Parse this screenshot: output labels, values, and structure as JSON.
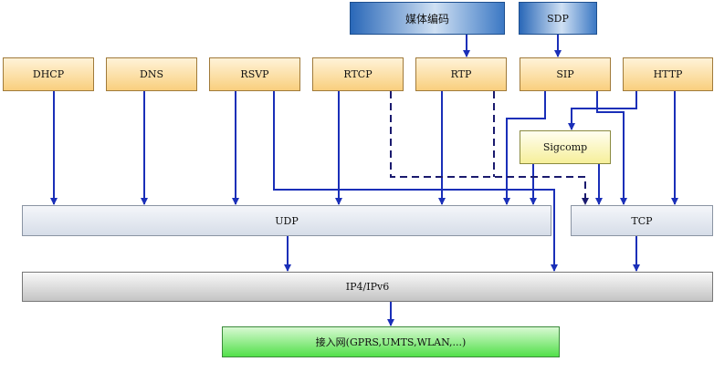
{
  "media_codec": "媒体编码",
  "sdp": "SDP",
  "protocols": {
    "dhcp": "DHCP",
    "dns": "DNS",
    "rsvp": "RSVP",
    "rtcp": "RTCP",
    "rtp": "RTP",
    "sip": "SIP",
    "http": "HTTP"
  },
  "sigcomp": "Sigcomp",
  "udp": "UDP",
  "tcp": "TCP",
  "ip": "IP4/IPv6",
  "access_network": "接入网(GPRS,UMTS,WLAN,...)",
  "colors": {
    "arrow": "#1a2fb8",
    "dashed": "#1a1a6e"
  }
}
